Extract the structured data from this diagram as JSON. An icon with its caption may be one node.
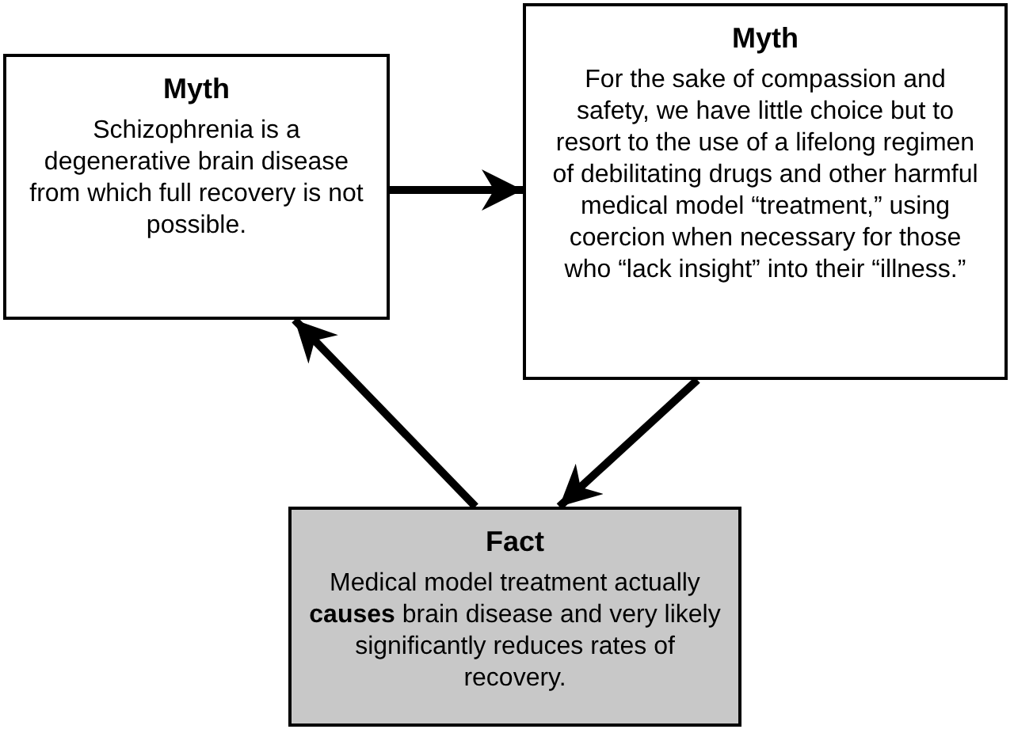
{
  "diagram": {
    "nodes": [
      {
        "text": [
          "Myth",
          "Schizophrenia is a degenerative brain disease from which full recovery is not possible."
        ]
      },
      {
        "text": [
          "Myth",
          "For the sake of compassion and safety, we have little choice but to resort to the use of a lifelong regimen of debilitating drugs and other harmful medical model “treatment,” using coercion when necessary for those who “lack insight” into their “illness.”"
        ]
      },
      {
        "text": [
          "Fact",
          "Medical model treatment actually **causes** brain disease and very likely significantly reduces rates of recovery."
        ]
      }
    ],
    "edges": [
      {
        "from": 0,
        "to": 1,
        "arrow": "to"
      },
      {
        "from": 1,
        "to": 2,
        "arrow": "to"
      },
      {
        "from": 2,
        "to": 0,
        "arrow": "to"
      }
    ]
  }
}
